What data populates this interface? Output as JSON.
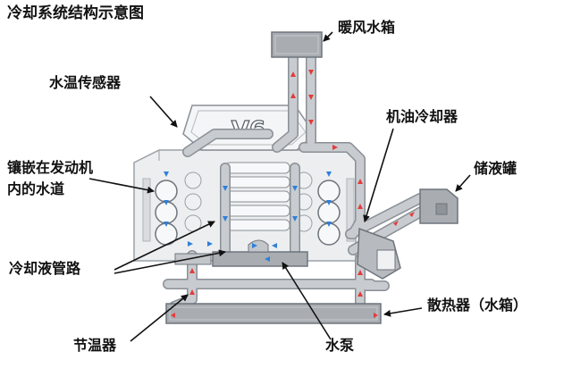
{
  "diagram": {
    "title": "冷却系统结构示意图",
    "engine_badge": "V6",
    "labels": {
      "heater_core": "暖风水箱",
      "temp_sensor": "水温传感器",
      "oil_cooler": "机油冷却器",
      "water_jacket_line1": "镶嵌在发动机",
      "water_jacket_line2": "内的水道",
      "reservoir": "储液罐",
      "coolant_pipe": "冷却液管路",
      "radiator": "散热器（水箱）",
      "thermostat": "节温器",
      "water_pump": "水泵"
    },
    "colors": {
      "pipe": "#c8ccd0",
      "pipe_edge": "#8a9096",
      "component": "#a9adb2",
      "engine_body": "#eceeef",
      "hot_flow": "#e23b3b",
      "cold_flow": "#2f7fd8",
      "leader": "#111111"
    }
  }
}
